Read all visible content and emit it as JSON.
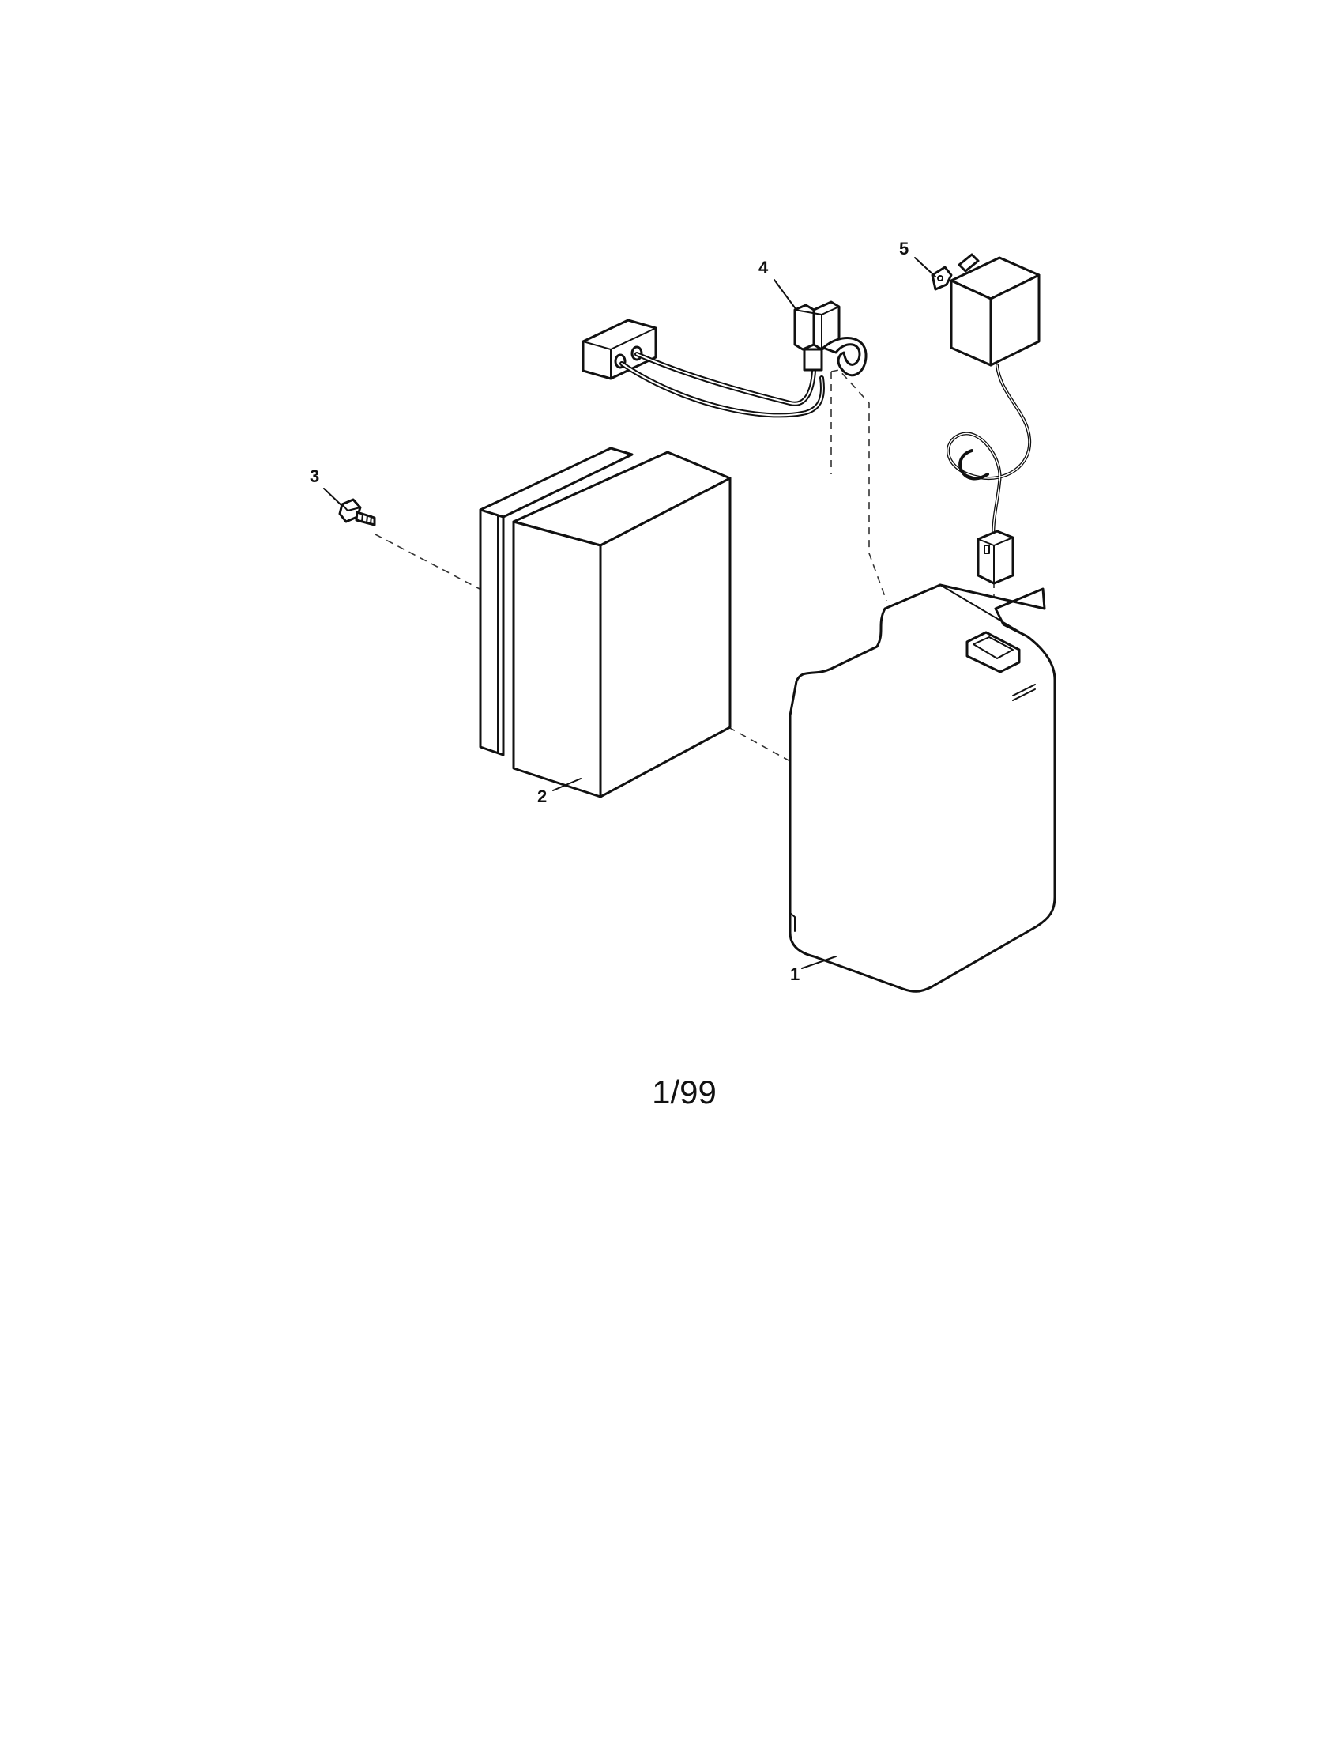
{
  "diagram": {
    "callouts": {
      "part_1": "1",
      "part_2": "2",
      "part_3": "3",
      "part_4": "4",
      "part_5": "5"
    },
    "footer_date": "1/99"
  }
}
